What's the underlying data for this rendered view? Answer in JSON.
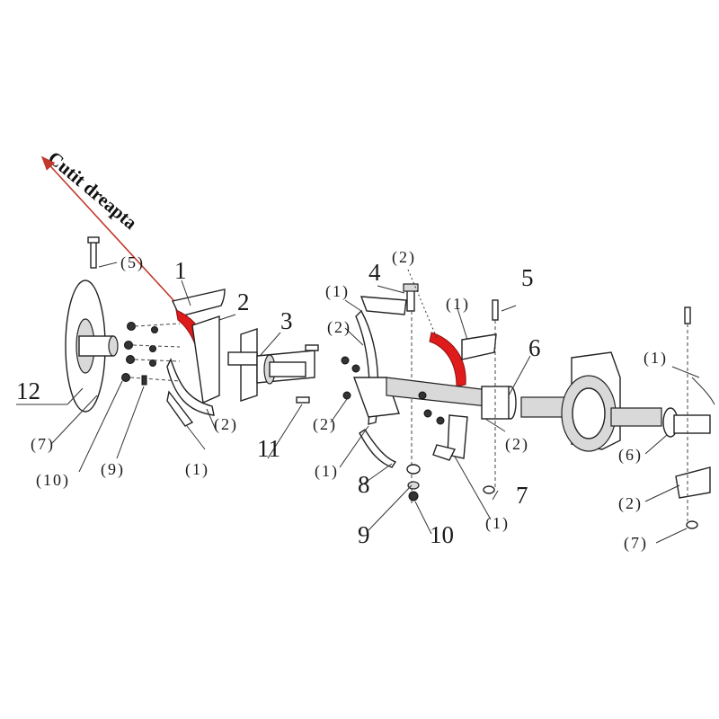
{
  "title": "Cutit dreapta",
  "colors": {
    "highlight": "#e01b1b",
    "line": "#222222",
    "background": "#ffffff"
  },
  "callouts": {
    "c1": "1",
    "c2": "2",
    "c3": "3",
    "c4": "4",
    "c5": "5",
    "c6": "6",
    "c7": "7",
    "c8": "8",
    "c9": "9",
    "c10": "10",
    "c11": "11",
    "c12": "12",
    "p1": "(1)",
    "p2": "(2)",
    "p5": "(5)",
    "p6": "(6)",
    "p7": "(7)",
    "p9": "(9)",
    "p10": "(10)"
  }
}
